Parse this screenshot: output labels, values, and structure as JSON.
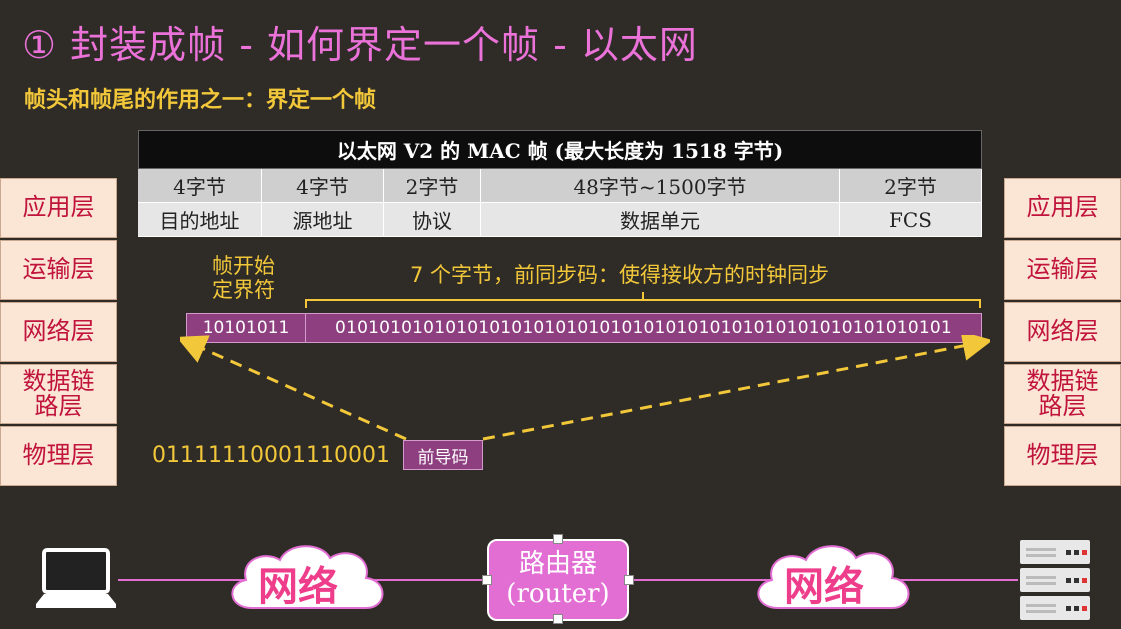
{
  "title": "① 封装成帧 - 如何界定一个帧 - 以太网",
  "subtitle": "帧头和帧尾的作用之一：界定一个帧",
  "left_layers": [
    "应用层",
    "运输层",
    "网络层",
    "数据链\n路层",
    "物理层"
  ],
  "right_layers": [
    "应用层",
    "运输层",
    "网络层",
    "数据链\n路层",
    "物理层"
  ],
  "frame": {
    "heading": "以太网 V2 的 MAC 帧 (最大长度为 1518 字节)",
    "sizes": [
      "4字节",
      "4字节",
      "2字节",
      "48字节~1500字节",
      "2字节"
    ],
    "names": [
      "目的地址",
      "源地址",
      "协议",
      "数据单元",
      "FCS"
    ]
  },
  "sfd_label": "帧开始\n定界符",
  "preamble_label": "7 个字节，前同步码：使得接收方的时钟同步",
  "sfd_bits": "10101011",
  "preamble_bits": "01010101010101010101010101010101010101010101010101010101",
  "bit_string": "01111110001110001",
  "preamble_tag": "前导码",
  "network_left": "网络",
  "network_right": "网络",
  "router": {
    "line1": "路由器",
    "line2": "(router)"
  },
  "colors": {
    "accent_pink": "#ea72d8",
    "accent_yellow": "#f2c83a",
    "bar_purple": "#8e3f80",
    "layer_text": "#c0143c",
    "cloud_text": "#ee3d8b"
  },
  "icons": {
    "left_device": "laptop-icon",
    "right_device": "server-rack-icon"
  }
}
